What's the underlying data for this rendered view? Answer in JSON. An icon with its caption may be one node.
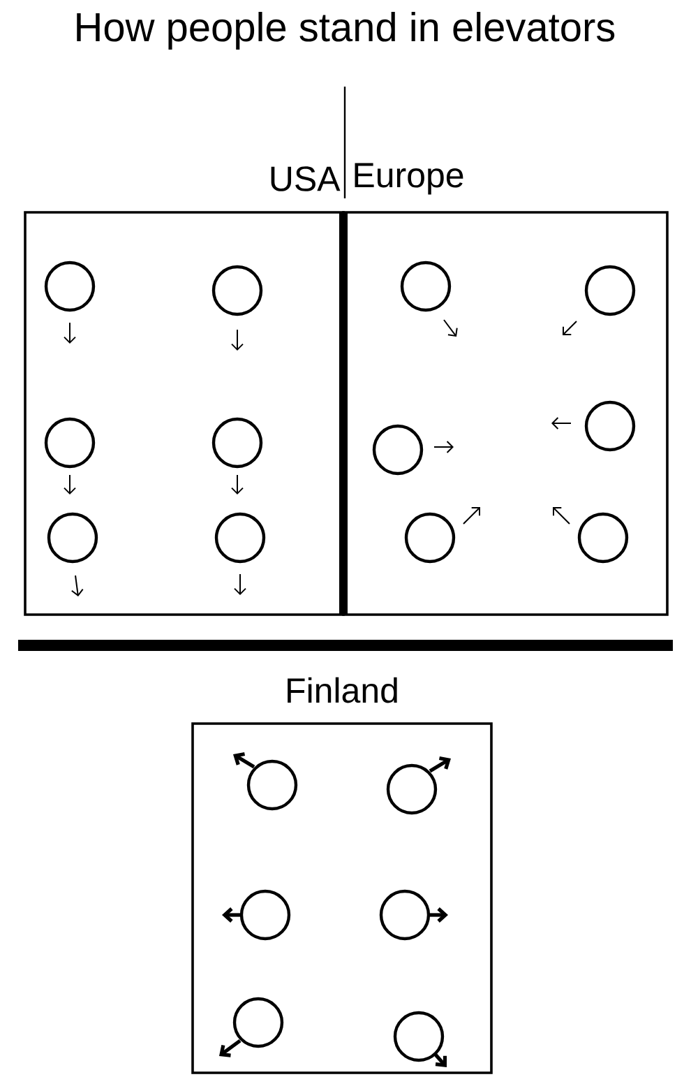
{
  "diagram": {
    "title": "How people stand in elevators",
    "nodes": [
      {
        "text": [
          "USA"
        ]
      },
      {
        "text": [
          "Europe"
        ]
      },
      {
        "text": [
          "Finland"
        ]
      },
      {
        "text": [],
        "shape": "circle",
        "in": 0
      },
      {
        "text": [],
        "shape": "circle",
        "in": 0
      },
      {
        "text": [],
        "shape": "circle",
        "in": 0
      },
      {
        "text": [],
        "shape": "circle",
        "in": 0
      },
      {
        "text": [],
        "shape": "circle",
        "in": 0
      },
      {
        "text": [],
        "shape": "circle",
        "in": 0
      },
      {
        "text": [],
        "shape": "circle",
        "in": 1
      },
      {
        "text": [],
        "shape": "circle",
        "in": 1
      },
      {
        "text": [],
        "shape": "circle",
        "in": 1
      },
      {
        "text": [],
        "shape": "circle",
        "in": 1
      },
      {
        "text": [],
        "shape": "circle",
        "in": 1
      },
      {
        "text": [],
        "shape": "circle",
        "in": 1
      },
      {
        "text": [],
        "shape": "circle",
        "in": 2
      },
      {
        "text": [],
        "shape": "circle",
        "in": 2
      },
      {
        "text": [],
        "shape": "circle",
        "in": 2
      },
      {
        "text": [],
        "shape": "circle",
        "in": 2
      },
      {
        "text": [],
        "shape": "circle",
        "in": 2
      },
      {
        "text": [],
        "shape": "circle",
        "in": 2
      }
    ]
  }
}
